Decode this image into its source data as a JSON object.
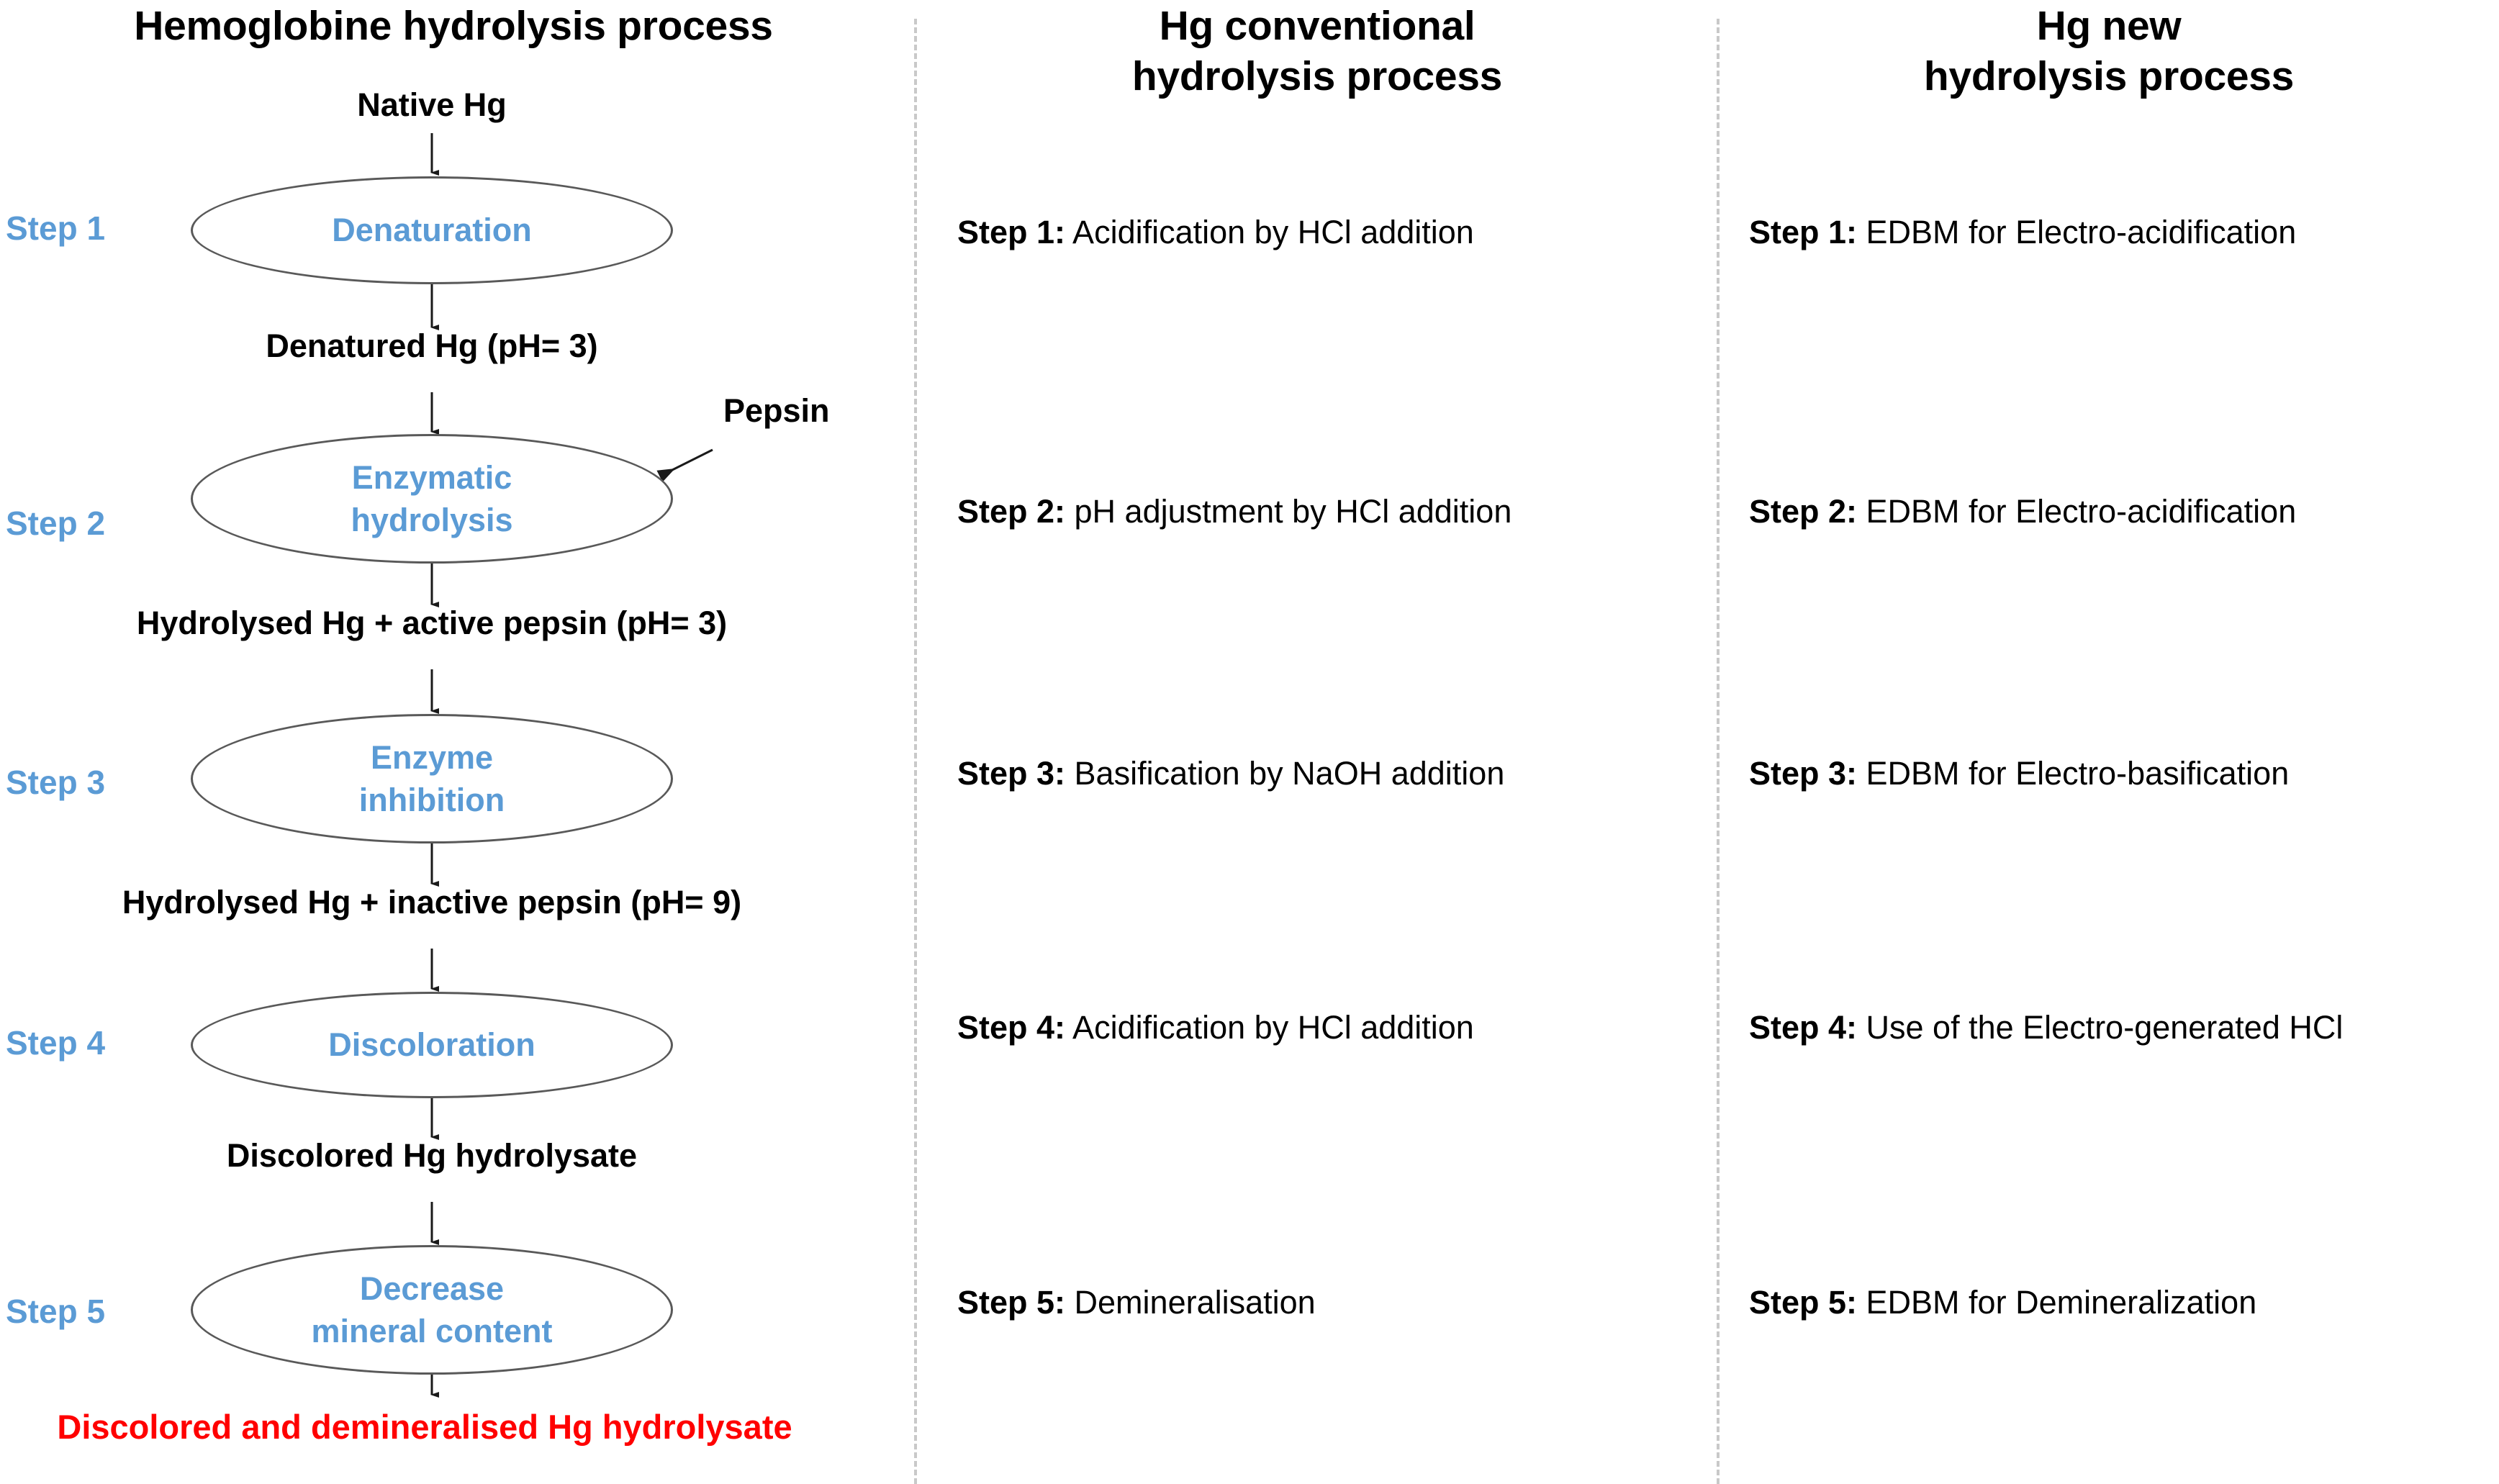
{
  "colors": {
    "accent_blue": "#5B9BD5",
    "product_red": "#FF0000",
    "ellipse_stroke": "#595959",
    "divider_gray": "#C9C9C9",
    "text_black": "#000000"
  },
  "columns": {
    "left": {
      "title": "Hemoglobine hydrolysis process"
    },
    "middle": {
      "title_line1": "Hg conventional",
      "title_line2": "hydrolysis process"
    },
    "right": {
      "title_line1": "Hg new",
      "title_line2": "hydrolysis process"
    }
  },
  "flow": {
    "start_label": "Native Hg",
    "step_tags": [
      "Step 1",
      "Step 2",
      "Step 3",
      "Step 4",
      "Step 5"
    ],
    "annotation": "Pepsin",
    "nodes": [
      {
        "label_line1": "Denaturation",
        "label_line2": ""
      },
      {
        "label_line1": "Enzymatic",
        "label_line2": "hydrolysis"
      },
      {
        "label_line1": "Enzyme",
        "label_line2": "inhibition"
      },
      {
        "label_line1": "Discoloration",
        "label_line2": ""
      },
      {
        "label_line1": "Decrease",
        "label_line2": "mineral content"
      }
    ],
    "intermediates": [
      "Denatured Hg (pH= 3)",
      "Hydrolysed Hg + active pepsin (pH= 3)",
      "Hydrolysed Hg + inactive pepsin (pH= 9)",
      "Discolored Hg hydrolysate"
    ],
    "final_product": "Discolored and demineralised Hg hydrolysate"
  },
  "conventional_steps": [
    {
      "lead": "Step 1:",
      "body": " Acidification by HCl addition"
    },
    {
      "lead": "Step 2:",
      "body": " pH adjustment by HCl addition"
    },
    {
      "lead": "Step 3:",
      "body": " Basification by NaOH addition"
    },
    {
      "lead": "Step 4:",
      "body": " Acidification by HCl addition"
    },
    {
      "lead": "Step 5:",
      "body": " Demineralisation"
    }
  ],
  "new_steps": [
    {
      "lead": "Step 1:",
      "body": " EDBM for Electro-acidification"
    },
    {
      "lead": "Step 2:",
      "body": " EDBM for Electro-acidification"
    },
    {
      "lead": "Step 3:",
      "body": " EDBM for Electro-basification"
    },
    {
      "lead": "Step 4:",
      "body": " Use of the Electro-generated HCl"
    },
    {
      "lead": "Step 5:",
      "body": " EDBM for Demineralization"
    }
  ]
}
